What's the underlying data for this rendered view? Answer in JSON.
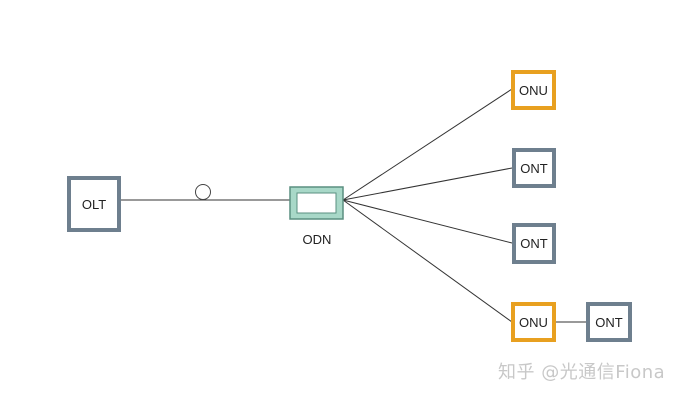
{
  "diagram": {
    "olt": {
      "label": "OLT"
    },
    "odn": {
      "label": "ODN"
    },
    "branches": [
      {
        "label": "ONU",
        "type": "onu"
      },
      {
        "label": "ONT",
        "type": "ont"
      },
      {
        "label": "ONT",
        "type": "ont"
      },
      {
        "label": "ONU",
        "type": "onu"
      }
    ],
    "downstream": {
      "label": "ONT",
      "type": "ont"
    }
  },
  "colors": {
    "ont_border": "#6e7f8e",
    "onu_border": "#e8a020",
    "splitter_fill": "#a8d8c8",
    "splitter_border": "#5a8f80",
    "line": "#333333"
  },
  "watermark": {
    "text": "知乎 @光通信Fiona"
  }
}
